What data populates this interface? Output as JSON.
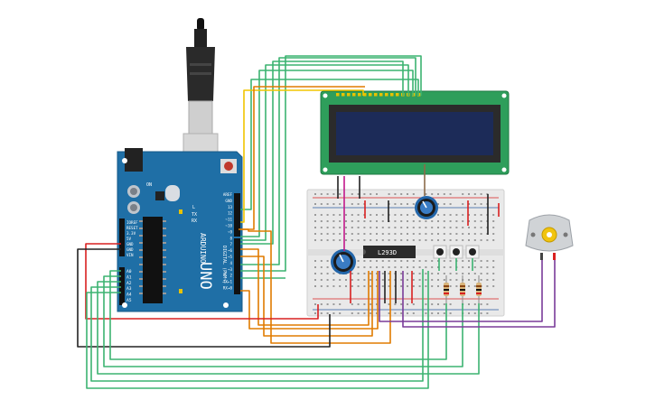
{
  "colors": {
    "wire_green": "#3cb371",
    "wire_orange": "#e07b00",
    "wire_yellow": "#f2c500",
    "wire_red": "#d92020",
    "wire_black": "#222222",
    "wire_purple": "#7a3b99",
    "wire_magenta": "#c2188b",
    "arduino_board": "#1f6fa6",
    "lcd_board": "#2e9e5b",
    "lcd_screen": "#1c2b58",
    "breadboard": "#e9e9e9"
  },
  "arduino": {
    "model_label": "UNO",
    "brand_label": "ARDUINO",
    "power_labels": [
      "IOREF",
      "RESET",
      "3.3V",
      "5V",
      "GND",
      "GND",
      "VIN"
    ],
    "analog_labels": [
      "A0",
      "A1",
      "A2",
      "A3",
      "A4",
      "A5"
    ],
    "digital_header_labels": [
      "AREF",
      "GND",
      "13",
      "12",
      "~11",
      "~10",
      "~9",
      "8",
      "7",
      "~6",
      "~5",
      "4",
      "~3",
      "2",
      "TX▸1",
      "RX◂0"
    ],
    "digital_caption": "DIGITAL (PWM~)",
    "on_label": "ON",
    "tx_label": "TX",
    "rx_label": "RX",
    "l_label": "L"
  },
  "driver_chip": {
    "label": "L293D"
  },
  "icons": {
    "usb": "usb-plug-icon",
    "pot": "potentiometer-icon",
    "motor": "dc-motor-icon",
    "button": "push-button-icon",
    "resistor": "resistor-icon"
  }
}
